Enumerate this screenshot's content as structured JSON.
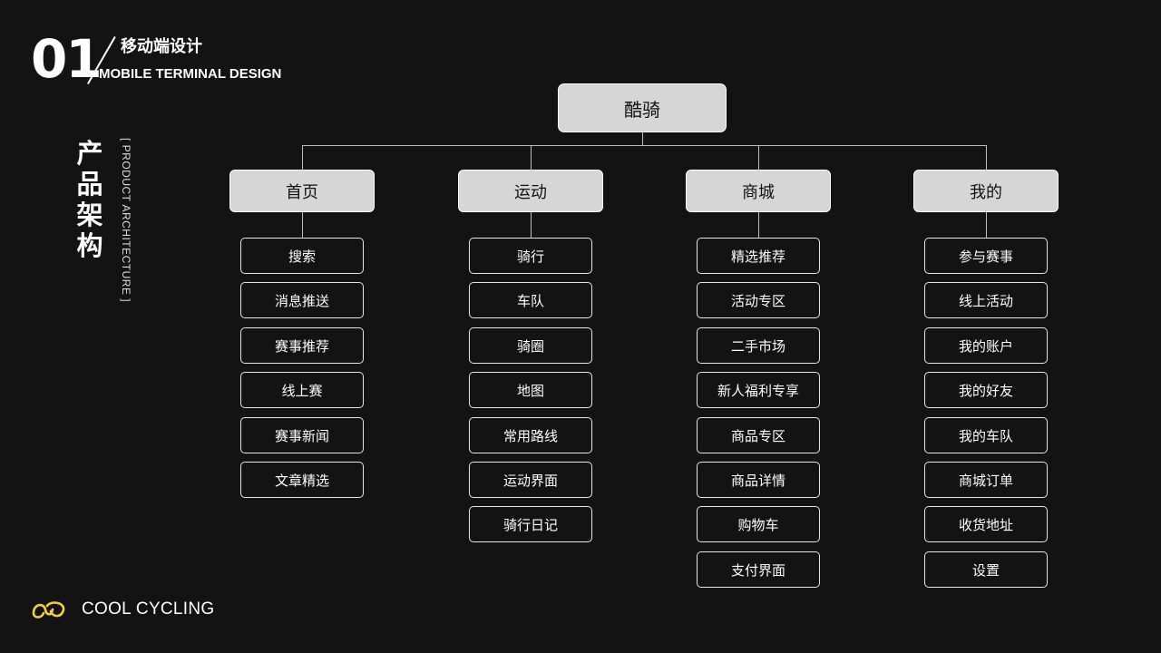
{
  "header": {
    "number": "01",
    "title_cn": "移动端设计",
    "title_en": "MOBILE TERMINAL DESIGN"
  },
  "side": {
    "title_cn": "产品架构",
    "title_en": "[ PRODUCT ARCHITECTURE ]"
  },
  "diagram": {
    "root": "酷骑",
    "categories": [
      {
        "label": "首页",
        "items": [
          "搜索",
          "消息推送",
          "赛事推荐",
          "线上赛",
          "赛事新闻",
          "文章精选"
        ]
      },
      {
        "label": "运动",
        "items": [
          "骑行",
          "车队",
          "骑圈",
          "地图",
          "常用路线",
          "运动界面",
          "骑行日记"
        ]
      },
      {
        "label": "商城",
        "items": [
          "精选推荐",
          "活动专区",
          "二手市场",
          "新人福利专享",
          "商品专区",
          "商品详情",
          "购物车",
          "支付界面"
        ]
      },
      {
        "label": "我的",
        "items": [
          "参与赛事",
          "线上活动",
          "我的账户",
          "我的好友",
          "我的车队",
          "商城订单",
          "收货地址",
          "设置"
        ]
      }
    ]
  },
  "footer": {
    "brand": "COOL CYCLING",
    "logo_icon": "cool-cycling-logo-icon",
    "logo_color": "#f2d03b"
  }
}
